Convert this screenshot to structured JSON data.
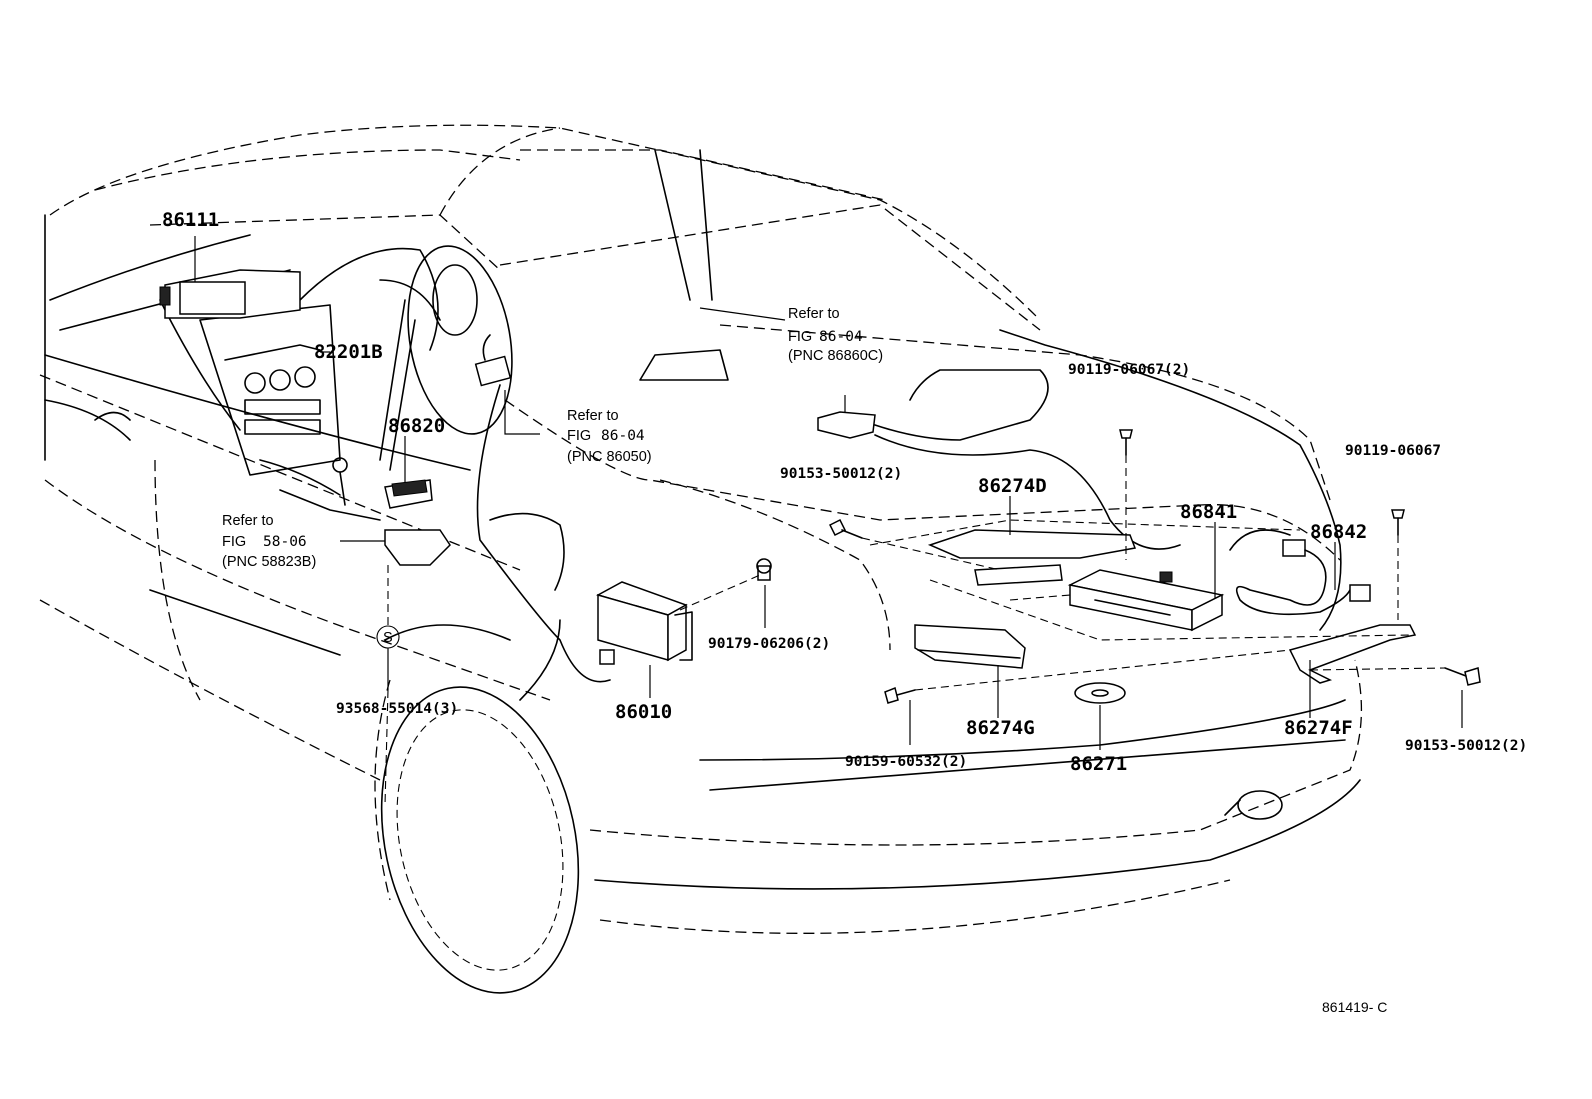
{
  "parts": {
    "p86111": "86111",
    "p82201b": "82201B",
    "p86820": "86820",
    "p86010": "86010",
    "p86274d": "86274D",
    "p86841": "86841",
    "p86842": "86842",
    "p86274g": "86274G",
    "p86271": "86271",
    "p86274f": "86274F"
  },
  "fasteners": {
    "f90119_06067_2": "90119-06067(2)",
    "f90119_06067": "90119-06067",
    "f90153_50012_2a": "90153-50012(2)",
    "f90153_50012_2b": "90153-50012(2)",
    "f90179_06206_2": "90179-06206(2)",
    "f90159_60532_2": "90159-60532(2)",
    "f93568_55014_3": "93568-55014(3)"
  },
  "refs": {
    "ref1": {
      "line1": "Refer to",
      "fig_label": "FIG",
      "fig_num": "86-04",
      "pnc": "(PNC 86860C)"
    },
    "ref2": {
      "line1": "Refer to",
      "fig_label": "FIG",
      "fig_num": "86-04",
      "pnc": "(PNC 86050)"
    },
    "ref3": {
      "line1": "Refer to",
      "fig_label": "FIG",
      "fig_num": "58-06",
      "pnc": "(PNC 58823B)"
    }
  },
  "marker_s": "S",
  "diagram_code": "861419- C"
}
